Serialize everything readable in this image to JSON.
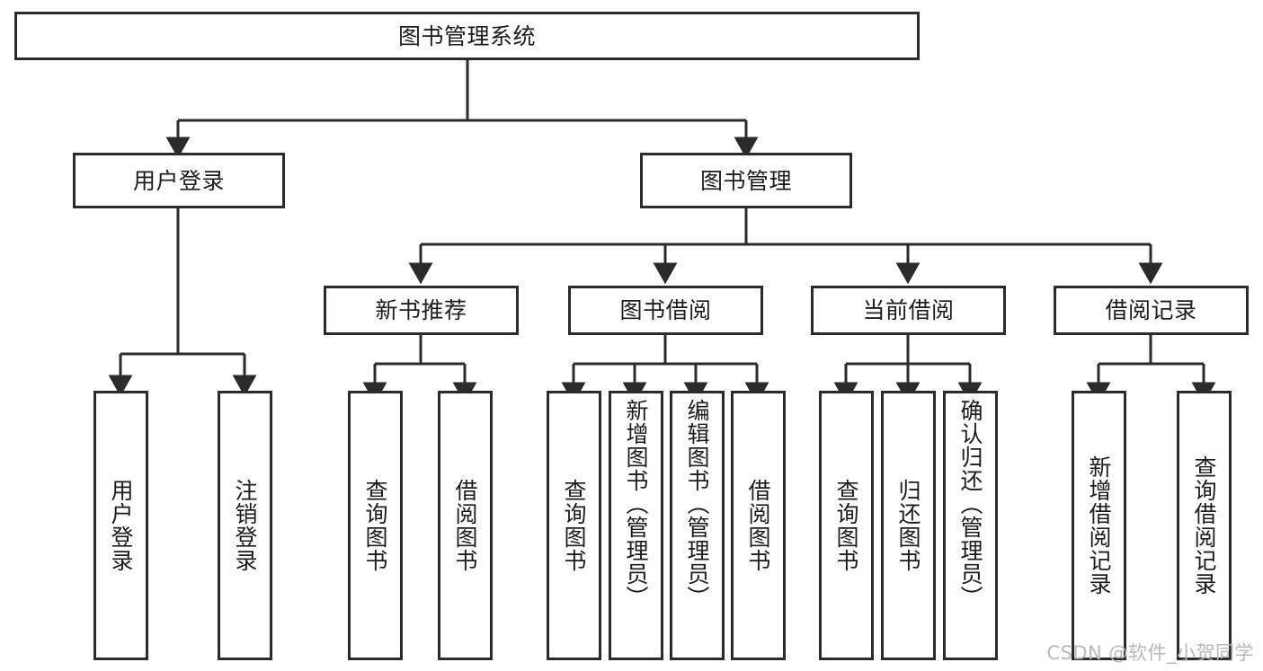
{
  "diagram": {
    "title": "图书管理系统",
    "type": "tree-hierarchy-diagram",
    "root": {
      "label": "图书管理系统"
    },
    "level2": [
      {
        "label": "用户登录"
      },
      {
        "label": "图书管理"
      }
    ],
    "level3": [
      {
        "label": "新书推荐"
      },
      {
        "label": "图书借阅"
      },
      {
        "label": "当前借阅"
      },
      {
        "label": "借阅记录"
      }
    ],
    "leaves": {
      "user_login": [
        {
          "label": "用户登录"
        },
        {
          "label": "注销登录"
        }
      ],
      "new_book_recommend": [
        {
          "label": "查询图书"
        },
        {
          "label": "借阅图书"
        }
      ],
      "book_borrow": [
        {
          "label": "查询图书"
        },
        {
          "label": "新增图书（管理员）"
        },
        {
          "label": "编辑图书（管理员）"
        },
        {
          "label": "借阅图书"
        }
      ],
      "current_borrow": [
        {
          "label": "查询图书"
        },
        {
          "label": "归还图书"
        },
        {
          "label": "确认归还（管理员）"
        }
      ],
      "borrow_record": [
        {
          "label": "新增借阅记录"
        },
        {
          "label": "查询借阅记录"
        }
      ]
    }
  },
  "watermark": {
    "text": "CSDN @软件_小贺同学"
  },
  "colors": {
    "border": "#2b2b2b",
    "text": "#1c1c1c",
    "background": "#ffffff",
    "watermark": "#b9b9b9"
  }
}
